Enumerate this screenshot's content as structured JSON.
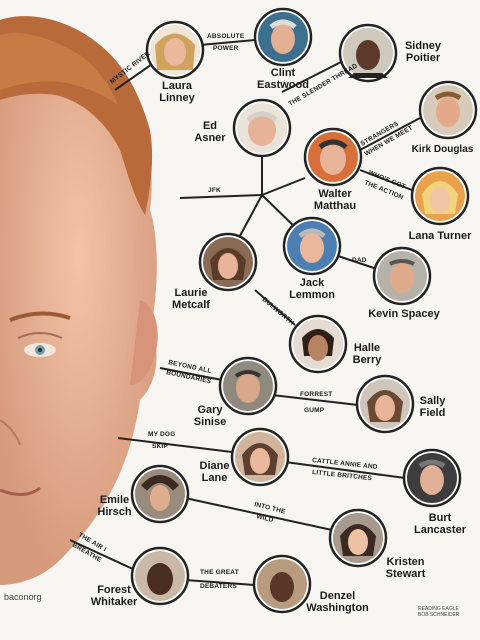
{
  "source": "baconorg",
  "credit_line1": "READING EAGLE",
  "credit_line2": "BOB SCHNEIDER",
  "actors": {
    "laura_linney": "Laura\nLinney",
    "clint_eastwood": "Clint\nEastwood",
    "sidney_poitier": "Sidney\nPoitier",
    "ed_asner": "Ed\nAsner",
    "kirk_douglas": "Kirk Douglas",
    "walter_matthau": "Walter\nMatthau",
    "lana_turner": "Lana Turner",
    "laurie_metcalf": "Laurie\nMetcalf",
    "jack_lemmon": "Jack\nLemmon",
    "kevin_spacey": "Kevin Spacey",
    "halle_berry": "Halle\nBerry",
    "gary_sinise": "Gary\nSinise",
    "sally_field": "Sally\nField",
    "diane_lane": "Diane\nLane",
    "burt_lancaster": "Burt\nLancaster",
    "emilio_hirsch": "Emile\nHirsch",
    "kristen_stewart": "Kristen\nStewart",
    "forest_whitaker": "Forest\nWhitaker",
    "denzel_washington": "Denzel\nWashington"
  },
  "films": {
    "mystic_river": "MYSTIC RIVER",
    "absolute_power_1": "ABSOLUTE",
    "absolute_power_2": "POWER",
    "the_sender": "THE SLENDER THREAD",
    "strangers_1": "STRANGERS",
    "strangers_2": "WHEN WE MEET",
    "whos_got_1": "WHO'S GOT",
    "whos_got_2": "THE ACTION",
    "jfk": "JFK",
    "dad": "DAD",
    "bulworth": "BULWORTH",
    "beyond_1": "BEYOND ALL",
    "beyond_2": "BOUNDARIES",
    "forrest_1": "FORREST",
    "forrest_2": "GUMP",
    "my_dog_1": "MY DOG",
    "my_dog_2": "SKIP",
    "cattle_1": "CATTLE ANNIE AND",
    "cattle_2": "LITTLE BRITCHES",
    "into_wild_1": "INTO THE",
    "into_wild_2": "WILD",
    "air_1": "THE AIR I",
    "air_2": "BREATHE",
    "debaters_1": "THE GREAT",
    "debaters_2": "DEBATERS"
  }
}
